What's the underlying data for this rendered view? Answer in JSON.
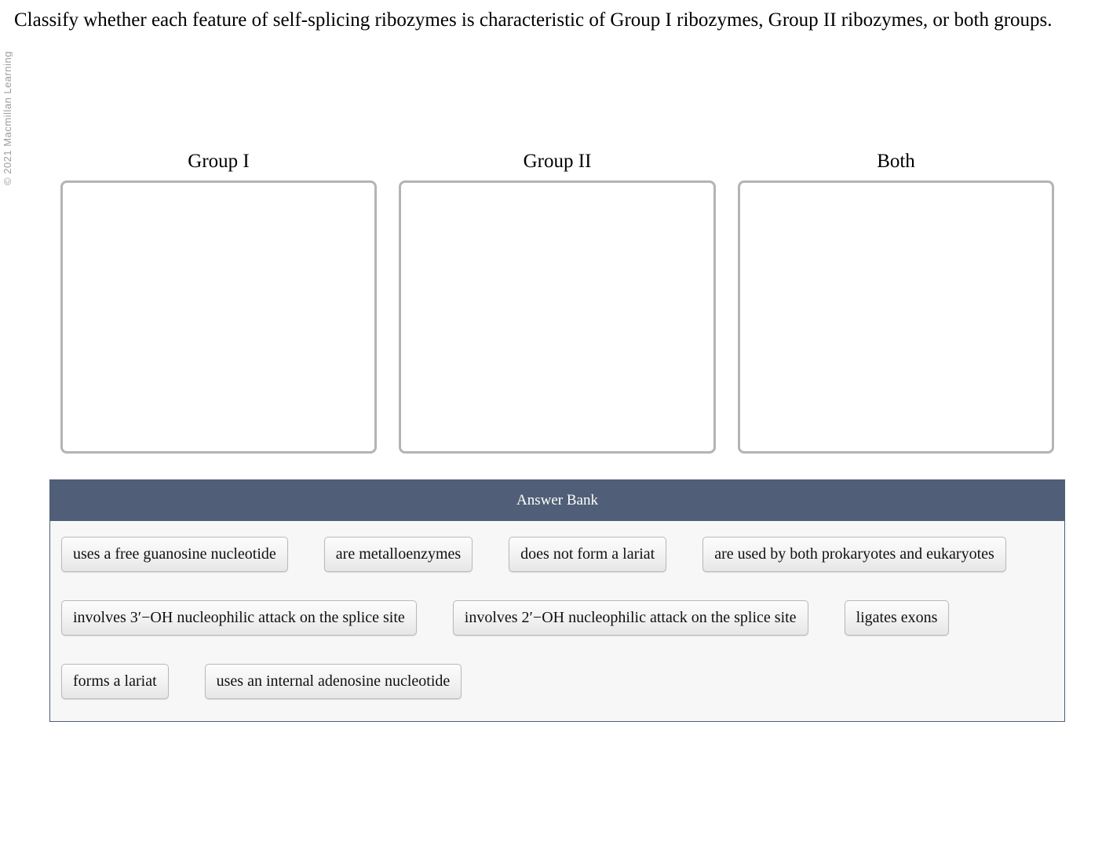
{
  "credit": {
    "text": "© 2021 Macmillan Learning"
  },
  "question": {
    "prompt": "Classify whether each feature of self-splicing ribozymes is characteristic of Group I ribozymes, Group II ribozymes, or both groups."
  },
  "drop_zones": [
    {
      "label": "Group I",
      "items": []
    },
    {
      "label": "Group II",
      "items": []
    },
    {
      "label": "Both",
      "items": []
    }
  ],
  "answer_bank": {
    "title": "Answer Bank",
    "rows": [
      [
        "uses a free guanosine nucleotide",
        "are metalloenzymes",
        "does not form a lariat",
        "are used by both prokaryotes and eukaryotes"
      ],
      [
        "involves 3′−OH nucleophilic attack on the splice site",
        "involves 2′−OH nucleophilic attack on the splice site",
        "ligates exons"
      ],
      [
        "forms a lariat",
        "uses an internal adenosine nucleotide"
      ]
    ]
  },
  "colors": {
    "header_bg": "#505f77",
    "header_text": "#ffffff",
    "bank_bg": "#f7f7f7",
    "bank_border": "#4f5d75",
    "dropbox_border": "#b4b4b4",
    "tile_border": "#b9b9b9",
    "page_bg": "#ffffff"
  }
}
